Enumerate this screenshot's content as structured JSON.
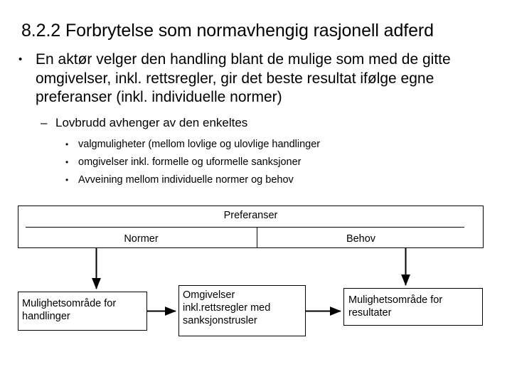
{
  "slide": {
    "title": "8.2.2 Forbrytelse som normavhengig rasjonell adferd",
    "bullets": {
      "level1": {
        "marker": "•",
        "text": "En aktør velger den handling blant de mulige som med de gitte omgivelser, inkl. rettsregler, gir det beste resultat ifølge egne preferanser (inkl. individuelle normer)"
      },
      "level2": {
        "marker": "–",
        "text": "Lovbrudd avhenger av den enkeltes"
      },
      "level3": [
        {
          "marker": "•",
          "text": "valgmuligheter (mellom lovlige og ulovlige handlinger"
        },
        {
          "marker": "•",
          "text": "omgivelser inkl. formelle og uformelle sanksjoner"
        },
        {
          "marker": "•",
          "text": "Avveining mellom individuelle normer og behov"
        }
      ]
    },
    "diagram": {
      "header_box": {
        "title": "Preferanser",
        "left_cell": "Normer",
        "right_cell": "Behov"
      },
      "boxes": [
        {
          "id": "handlinger",
          "text": "Mulighetsområde for handlinger"
        },
        {
          "id": "omgivelser",
          "text": "Omgivelser\ninkl.rettsregler med\nsanksjonstrusler"
        },
        {
          "id": "resultater",
          "text": "Mulighetsområde for resultater"
        }
      ],
      "connectors": [
        {
          "from": "Normer",
          "to": "Mulighetsområde for handlinger",
          "direction": "down"
        },
        {
          "from": "Mulighetsområde for handlinger",
          "to": "Omgivelser inkl.rettsregler med sanksjonstrusler",
          "direction": "right"
        },
        {
          "from": "Omgivelser inkl.rettsregler med sanksjonstrusler",
          "to": "Mulighetsområde for resultater",
          "direction": "right"
        },
        {
          "from": "Behov",
          "to": "Mulighetsområde for resultater",
          "direction": "down"
        }
      ]
    }
  },
  "colors": {
    "background": "#ffffff",
    "text": "#000000",
    "stroke": "#000000"
  }
}
